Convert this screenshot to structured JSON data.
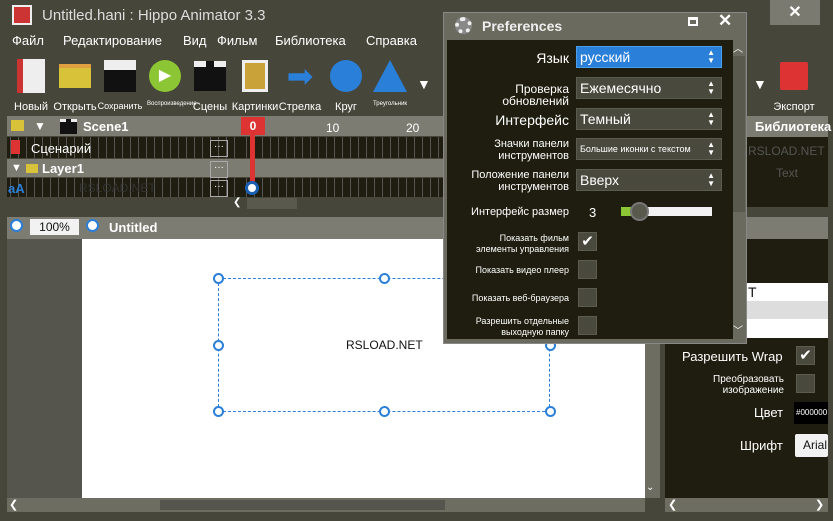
{
  "window": {
    "title": "Untitled.hani : Hippo Animator 3.3",
    "close": "✕"
  },
  "menu": [
    "Файл",
    "Редактирование",
    "Вид",
    "Фильм",
    "Библиотека",
    "Справка"
  ],
  "toolbar": [
    "Новый",
    "Открыть",
    "Сохранить",
    "Воспроизведение",
    "Сцены",
    "Картинки",
    "Стрелка",
    "Круг",
    "Треугольник",
    "Экспорт"
  ],
  "timeline": {
    "scene": "Scene1",
    "scenario": "Сценарий",
    "layer": "Layer1",
    "text_row_icon": "aA",
    "text_row_label": "RSLOAD.NET",
    "dots": "···",
    "ticks": [
      "0",
      "10",
      "20"
    ]
  },
  "canvas": {
    "zoom": "100%",
    "title": "Untitled",
    "text": "RSLOAD.NET"
  },
  "right_panel": {
    "library": "Библиотека",
    "lib_item": "RSLOAD.NET",
    "lib_item2": "Text",
    "list_item": "T",
    "wrap_label": "Разрешить Wrap",
    "transform_label": "Преобразовать изображение",
    "color_label": "Цвет",
    "color_value": "#000000",
    "font_label": "Шрифт",
    "font_value": "Arial"
  },
  "prefs": {
    "title": "Preferences",
    "language_label": "Язык",
    "language_value": "русский",
    "updates_label": "Проверка обновлений",
    "updates_value": "Ежемесячно",
    "interface_label": "Интерфейс",
    "interface_value": "Темный",
    "icons_label": "Значки панели инструментов",
    "icons_value": "Большие иконки с текстом",
    "position_label": "Положение панели инструментов",
    "position_value": "Вверх",
    "size_label": "Интерфейс размер",
    "size_value": "3",
    "size_fraction": 0.2,
    "show_controls_label": "Показать фильм элементы управления",
    "show_controls": true,
    "show_player_label": "Показать видео плеер",
    "show_player": false,
    "show_browser_label": "Показать веб-браузера",
    "show_browser": false,
    "separate_output_label": "Разрешить отдельные выходную папку",
    "separate_output": false
  }
}
